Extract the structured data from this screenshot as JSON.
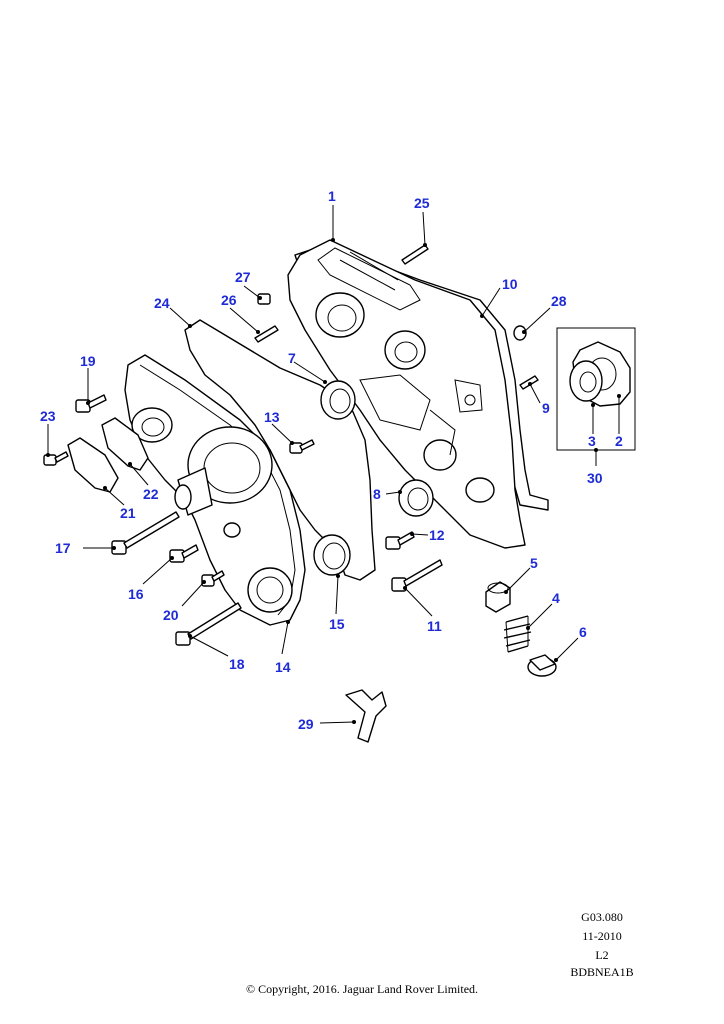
{
  "callouts": [
    "1",
    "2",
    "3",
    "4",
    "5",
    "6",
    "7",
    "8",
    "9",
    "10",
    "11",
    "12",
    "13",
    "14",
    "15",
    "16",
    "17",
    "18",
    "19",
    "20",
    "21",
    "22",
    "23",
    "24",
    "25",
    "26",
    "27",
    "28",
    "29",
    "30"
  ],
  "footer": {
    "ref": "G03.080",
    "date": "11-2010",
    "level": "L2",
    "code": "BDBNEA1B",
    "copyright": "© Copyright, 2016. Jaguar Land Rover Limited."
  }
}
